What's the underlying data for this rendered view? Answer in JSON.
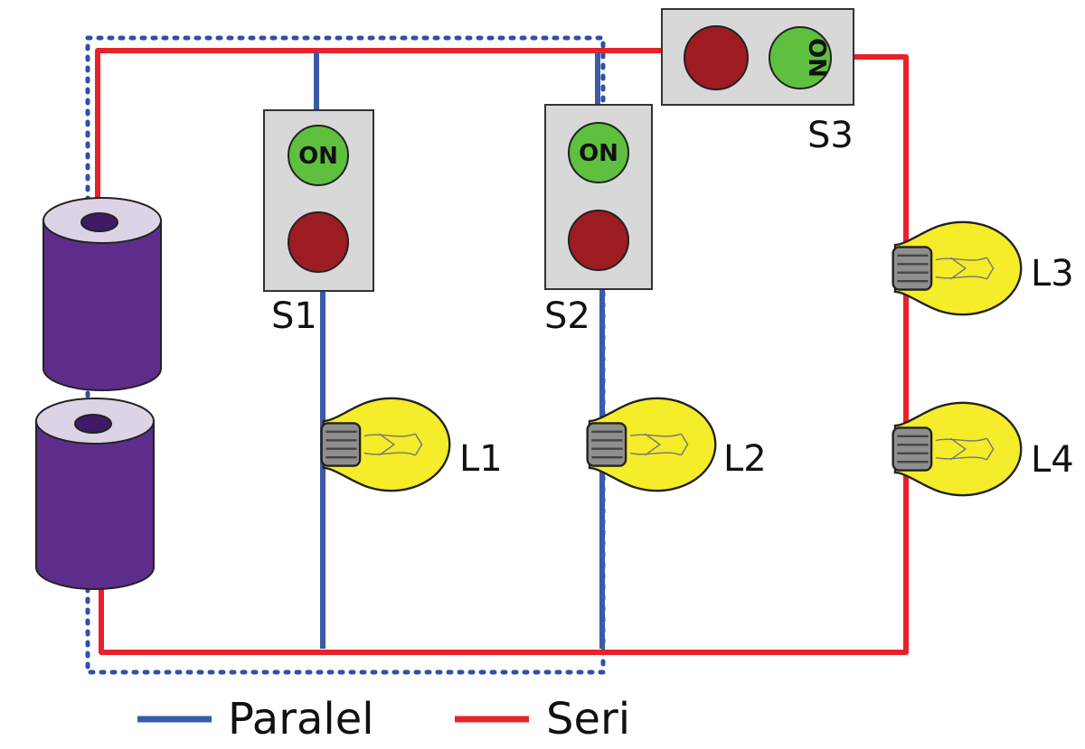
{
  "diagram": {
    "switches": [
      {
        "id": "S1",
        "label": "S1",
        "on_text": "ON"
      },
      {
        "id": "S2",
        "label": "S2",
        "on_text": "ON"
      },
      {
        "id": "S3",
        "label": "S3",
        "on_text": "ON"
      }
    ],
    "lamps": [
      {
        "id": "L1",
        "label": "L1"
      },
      {
        "id": "L2",
        "label": "L2"
      },
      {
        "id": "L3",
        "label": "L3"
      },
      {
        "id": "L4",
        "label": "L4"
      }
    ],
    "legend": [
      {
        "label": "Paralel",
        "color": "#3a5ba8"
      },
      {
        "label": "Seri",
        "color": "#e8222a"
      }
    ]
  },
  "colors": {
    "parallel_wire": "#3a5ba8",
    "series_wire": "#e8222a",
    "battery_body": "#5e2d8c",
    "battery_top": "#dcd3e6",
    "switch_box": "#d8d8d8",
    "on_button": "#5fbf3f",
    "off_button": "#9c1c22",
    "bulb": "#f5ec2a",
    "bulb_base": "#8f8f8f",
    "dotted_border": "#2f4fa8"
  },
  "icons": [
    "battery-icon",
    "switch-icon",
    "light-bulb-icon"
  ]
}
